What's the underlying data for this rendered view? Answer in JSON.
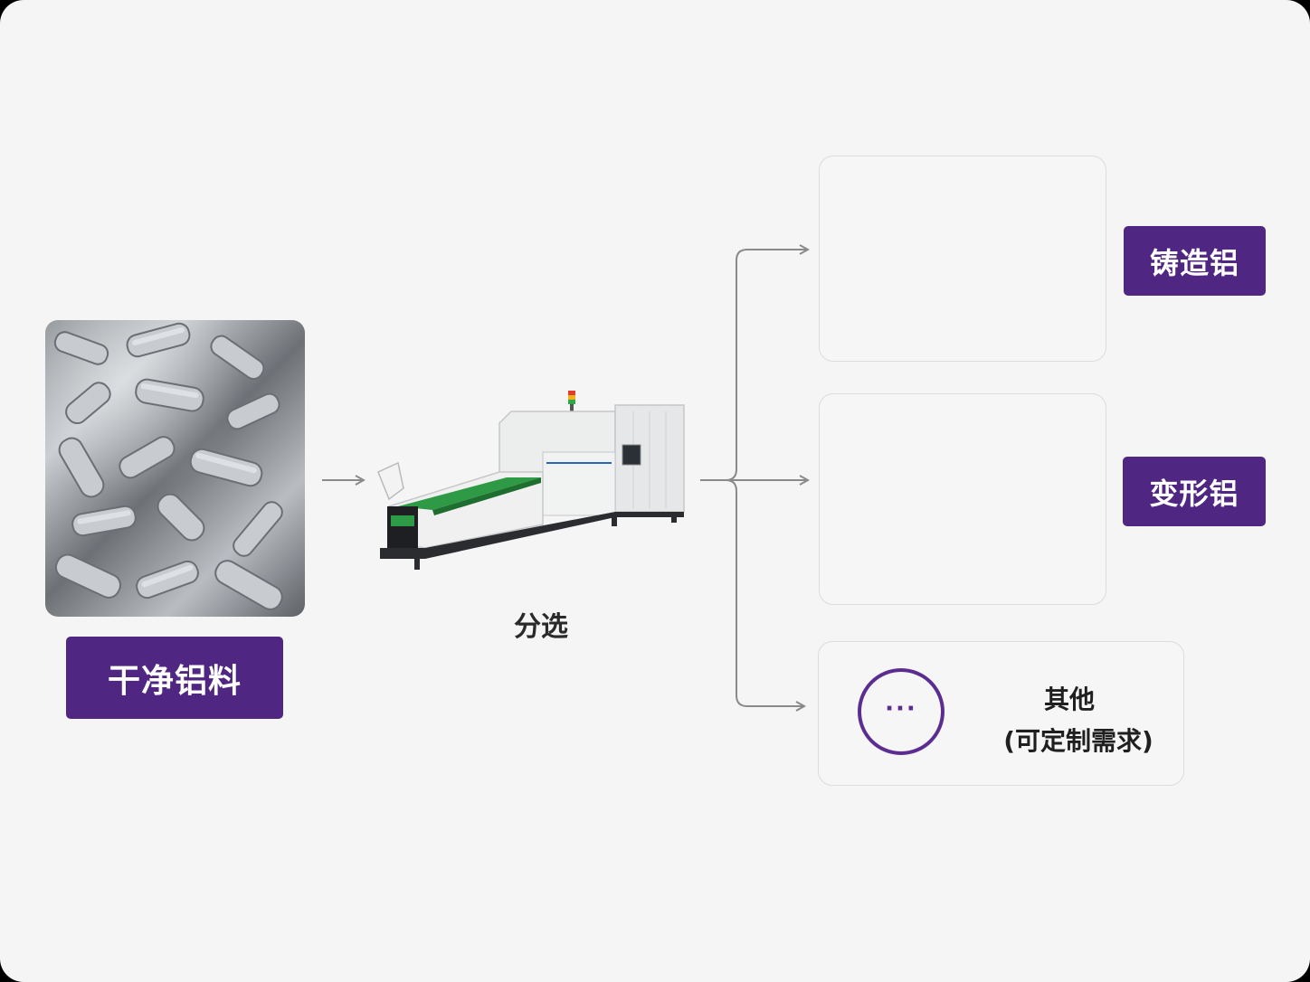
{
  "input": {
    "label": "干净铝料"
  },
  "process": {
    "label": "分选"
  },
  "outputs": [
    {
      "label": "铸造铝"
    },
    {
      "label": "变形铝"
    },
    {
      "label": "其他",
      "sublabel": "(可定制需求)"
    }
  ],
  "more_symbol": "···",
  "colors": {
    "accent": "#4f2682",
    "arrow": "#8a8a8a",
    "belt": "#1f8a3a",
    "background": "#f5f5f6"
  }
}
